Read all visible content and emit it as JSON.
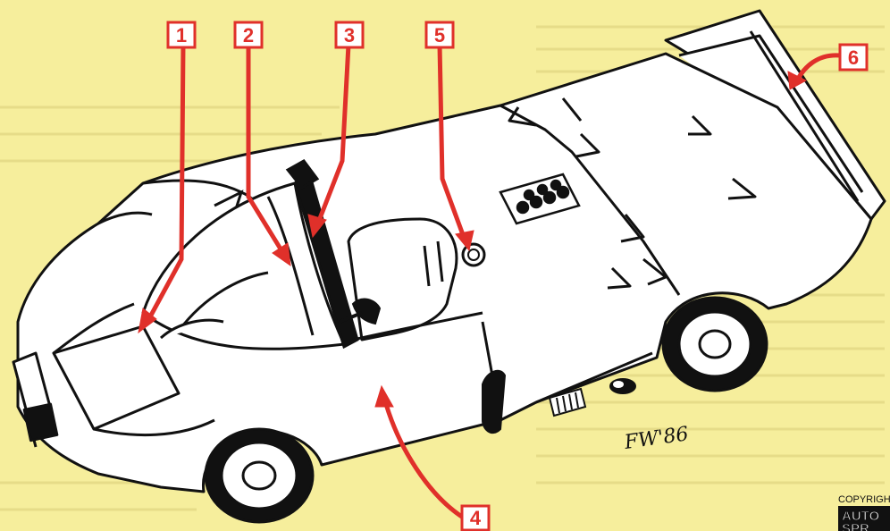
{
  "callouts": [
    {
      "id": "callout-1",
      "label": "1"
    },
    {
      "id": "callout-2",
      "label": "2"
    },
    {
      "id": "callout-3",
      "label": "3"
    },
    {
      "id": "callout-4",
      "label": "4"
    },
    {
      "id": "callout-5",
      "label": "5"
    },
    {
      "id": "callout-6",
      "label": "6"
    }
  ],
  "signature": "FW'86",
  "copyright": "COPYRIGHT",
  "brand": {
    "line1": "AUTO",
    "line2": "SPR"
  },
  "colors": {
    "background": "#f6ee9c",
    "callout": "#e0302a",
    "ink": "#111111"
  }
}
